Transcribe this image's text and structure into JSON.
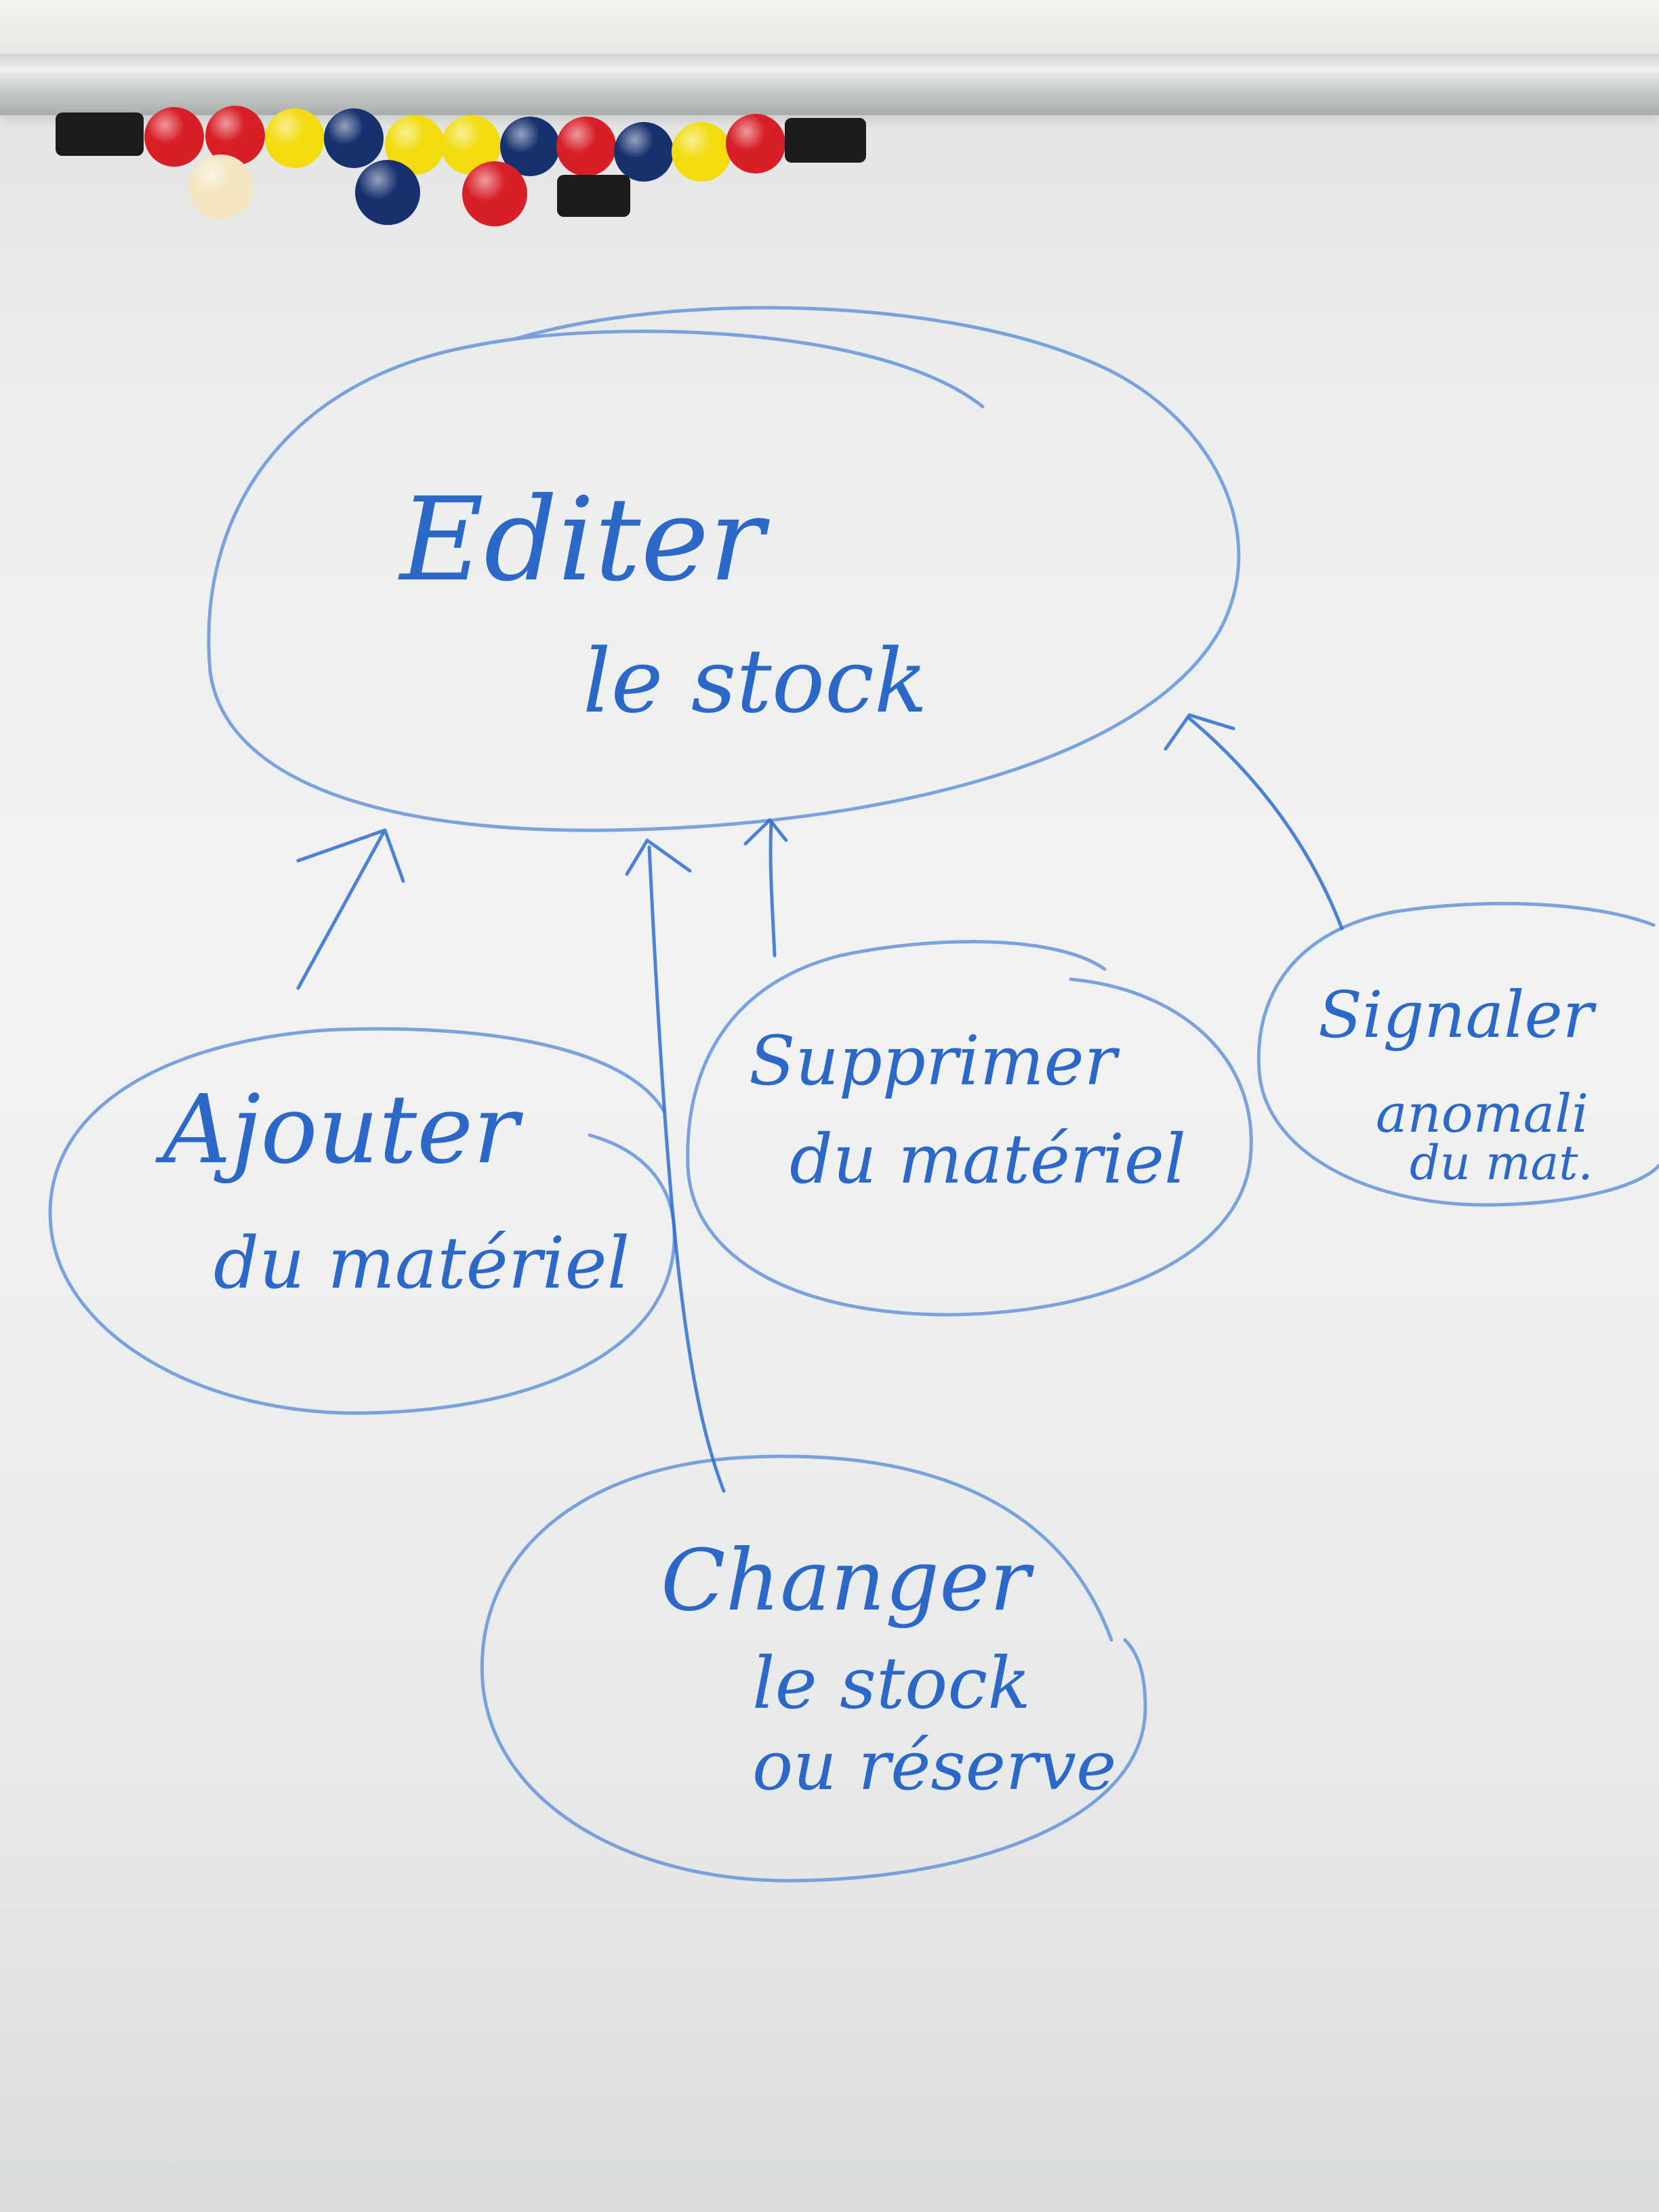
{
  "diagram": {
    "center_node": {
      "line1": "Editer",
      "line2": "le stock"
    },
    "nodes": [
      {
        "id": "ajouter",
        "line1": "Ajouter",
        "line2": "du matériel",
        "line3": ""
      },
      {
        "id": "supprimer",
        "line1": "Supprimer",
        "line2": "du matériel",
        "line3": ""
      },
      {
        "id": "signaler",
        "line1": "Signaler",
        "line2": "anomali",
        "line3": "du mat."
      },
      {
        "id": "changer",
        "line1": "Changer",
        "line2": "le stock",
        "line3": "ou réserve"
      }
    ]
  },
  "magnets": {
    "colors": {
      "red": "#d81e26",
      "yellow": "#f2dc10",
      "blue": "#17306e",
      "cream": "#f3e6c1",
      "black": "#1c1c1e"
    },
    "top_row": [
      "black",
      "red",
      "red",
      "yellow",
      "blue",
      "yellow",
      "yellow",
      "blue",
      "red",
      "blue",
      "yellow",
      "red",
      "black"
    ],
    "bottom_row": [
      "cream",
      "blue",
      "red",
      "black"
    ]
  },
  "ink_color": "#2f6fcf"
}
